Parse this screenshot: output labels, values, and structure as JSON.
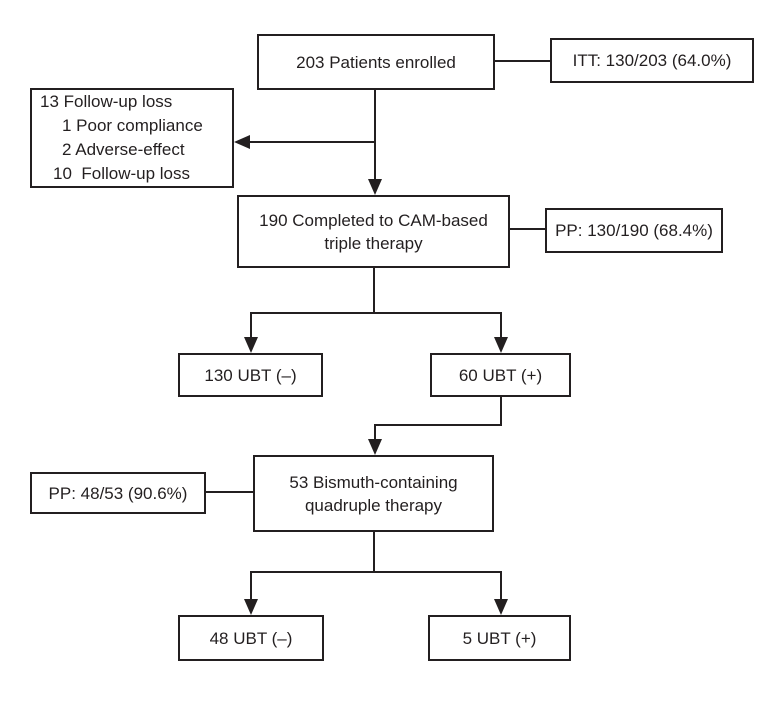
{
  "colors": {
    "line": "#231f20",
    "text": "#231f20",
    "background": "#ffffff"
  },
  "flow": {
    "enrolled_box": {
      "label": "203 Patients enrolled"
    },
    "itt_box": {
      "label": "ITT: 130/203 (64.0%)"
    },
    "dropout_box": {
      "lines": [
        "13 Follow-up loss",
        "1 Poor compliance",
        "2 Adverse-effect",
        "10  Follow-up loss"
      ]
    },
    "triple_therapy_box": {
      "line1": "190 Completed to CAM-based",
      "line2": "triple therapy"
    },
    "pp_triple_box": {
      "label": "PP: 130/190 (68.4%)"
    },
    "ubt_negative_triple_box": {
      "label": "130 UBT (–)"
    },
    "ubt_positive_triple_box": {
      "label": "60 UBT (+)"
    },
    "quadruple_therapy_box": {
      "line1": "53 Bismuth-containing",
      "line2": "quadruple therapy"
    },
    "pp_quadruple_box": {
      "label": "PP: 48/53 (90.6%)"
    },
    "ubt_negative_quadruple_box": {
      "label": "48 UBT (–)"
    },
    "ubt_positive_quadruple_box": {
      "label": "5 UBT (+)"
    }
  }
}
